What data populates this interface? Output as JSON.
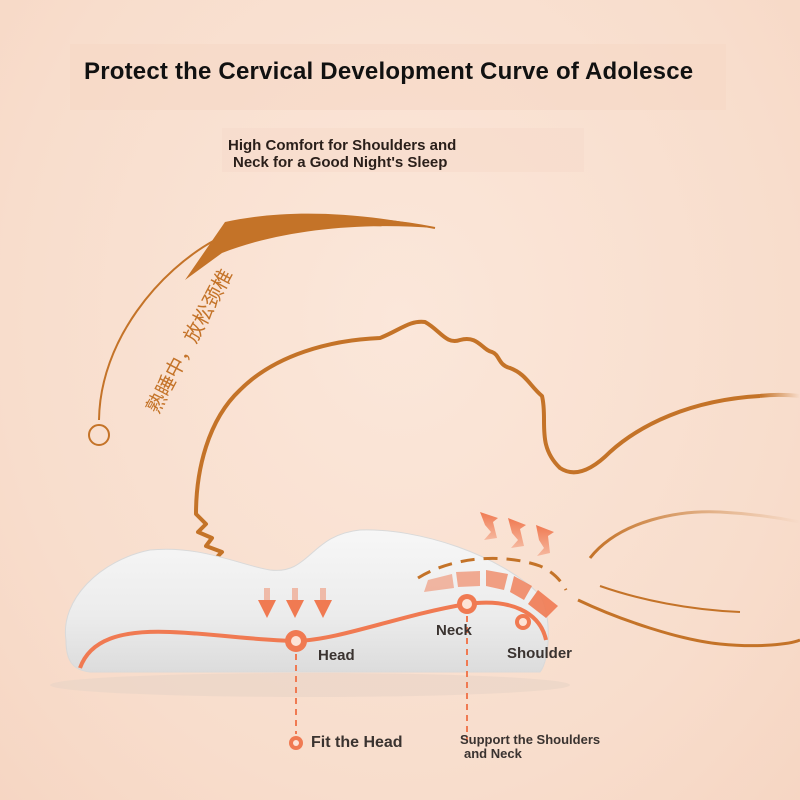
{
  "title": "Protect the Cervical Development Curve of Adolesce",
  "subtitle": {
    "line1": "High Comfort for Shoulders and",
    "line2": "Neck for a Good Night's Sleep"
  },
  "vertical_caption": "熟睡中，放松颈椎",
  "labels": {
    "head": "Head",
    "neck": "Neck",
    "shoulder": "Shoulder",
    "fit_head": "Fit the Head",
    "support_line1": "Support the Shoulders",
    "support_line2": "and Neck"
  },
  "colors": {
    "outline": "#c47328",
    "accent": "#f07a52",
    "pillow": "#eeeeee",
    "background": "#f9e1d2"
  },
  "icons": [
    "curved-arrow-icon",
    "down-arrow-icon",
    "up-arrow-icon",
    "point-marker-icon"
  ]
}
